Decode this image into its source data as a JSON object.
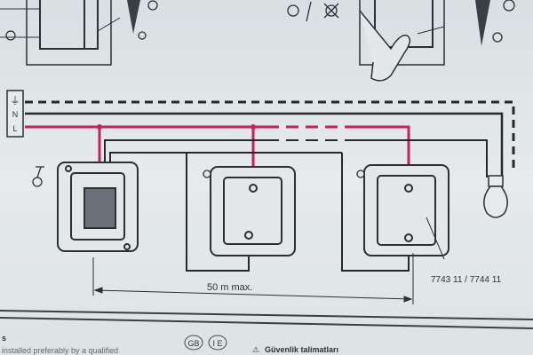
{
  "terminal_block": {
    "earth": "⏚",
    "neutral": "N",
    "live": "L"
  },
  "dimension": {
    "label": "50 m max."
  },
  "part_numbers": "7743 11 / 7744 11",
  "footer": {
    "language_badges": [
      "GB",
      "I E"
    ],
    "safety_heading": "Güvenlik talimatları",
    "left_text": "installed preferably by a qualified",
    "left_heading_fragment": "s"
  },
  "colors": {
    "live_wire": "#c0245a",
    "wire": "#25292f",
    "paper": "#dfe4e6"
  }
}
